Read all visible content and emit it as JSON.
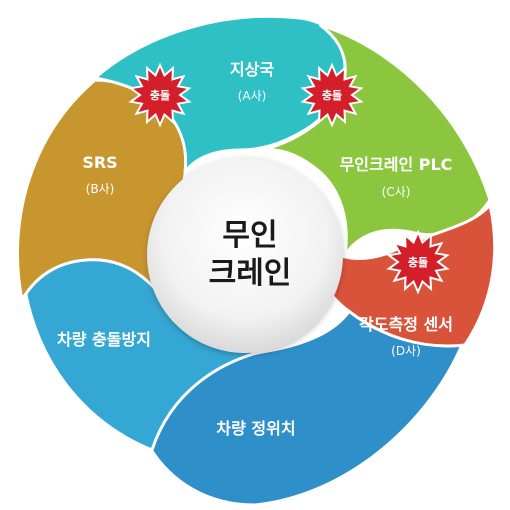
{
  "center": {
    "line1": "무인",
    "line2": "크레인"
  },
  "segments": [
    {
      "title": "지상국",
      "subtitle": "(A사)",
      "color": "#2ec0c4"
    },
    {
      "title": "무인크레인 PLC",
      "subtitle": "(C사)",
      "color": "#8cc63f"
    },
    {
      "title": "각도측정 센서",
      "subtitle": "(D사)",
      "color": "#d9533a"
    },
    {
      "title": "차량 정위치",
      "subtitle": "",
      "color": "#2e8fc9"
    },
    {
      "title": "차량 충돌방지",
      "subtitle": "",
      "color": "#35a7d4"
    },
    {
      "title": "SRS",
      "subtitle": "(B사)",
      "color": "#c8962e"
    }
  ],
  "bursts": [
    {
      "label": "충돌"
    },
    {
      "label": "충돌"
    },
    {
      "label": "충돌"
    }
  ],
  "colors": {
    "burst_fill": "#d41f2a",
    "burst_stroke": "#ffffff"
  }
}
